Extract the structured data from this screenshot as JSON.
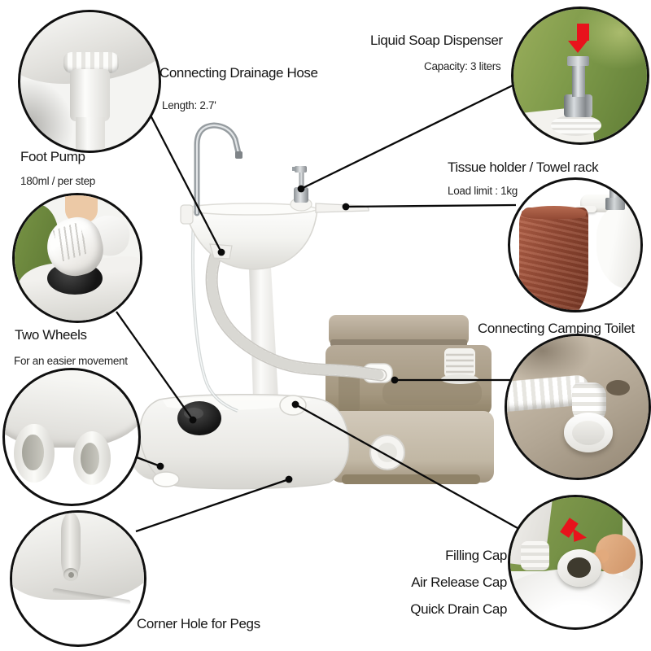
{
  "figure": {
    "type": "product-feature-infographic",
    "subject": "portable camping wash sink with foot pump connected to portable camping toilet"
  },
  "colors": {
    "background": "#ffffff",
    "text": "#161616",
    "callout_line": "#0a0a0a",
    "arrow_red": "#e8131c",
    "grass_green": "#7e9a4a",
    "toilet_tan": "#b2a694",
    "towel_rust": "#944b36",
    "plastic_white": "#f4f4f1",
    "chrome": "#9aa0a4",
    "pump_black": "#141414"
  },
  "callouts": {
    "drainage_hose": {
      "title": "Connecting Drainage Hose",
      "subtitle": "Length: 2.7'"
    },
    "soap_dispenser": {
      "title": "Liquid Soap Dispenser",
      "subtitle": "Capacity: 3 liters"
    },
    "tissue_holder": {
      "title": "Tissue holder / Towel rack",
      "subtitle": "Load limit : 1kg"
    },
    "foot_pump": {
      "title": "Foot Pump",
      "subtitle": "180ml / per step"
    },
    "two_wheels": {
      "title": "Two Wheels",
      "subtitle": "For an easier movement"
    },
    "camping_toilet": {
      "title": "Connecting Camping Toilet"
    },
    "caps": {
      "lines": [
        "Filling Cap",
        "Air Release Cap",
        "Quick Drain Cap"
      ]
    },
    "corner_hole": {
      "title": "Corner Hole for Pegs"
    }
  }
}
